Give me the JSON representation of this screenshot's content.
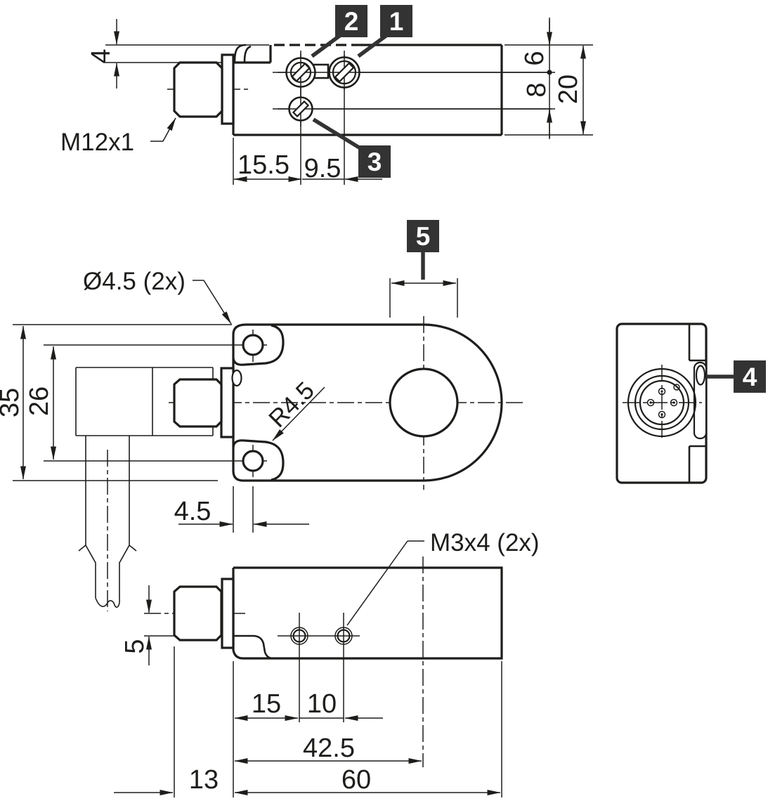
{
  "drawing_type": "technical dimensional drawing",
  "units": "mm",
  "labels": {
    "thread_size": "M12x1",
    "mounting_holes": "Ø4.5 (2x)",
    "corner_radius": "R4.5",
    "set_screws": "M3x4 (2x)"
  },
  "callouts": {
    "c1": "1",
    "c2": "2",
    "c3": "3",
    "c4": "4",
    "c5": "5"
  },
  "dims": {
    "d4": "4",
    "d6": "6",
    "d8": "8",
    "d20": "20",
    "d155": "15.5",
    "d95": "9.5",
    "d35": "35",
    "d26": "26",
    "d45": "4.5",
    "d5": "5",
    "d15": "15",
    "d10": "10",
    "d425": "42.5",
    "d60": "60",
    "d13": "13"
  },
  "colors": {
    "line": "#1d1d1b",
    "background": "#ffffff",
    "callout_bg": "#333333",
    "callout_text": "#ffffff"
  }
}
